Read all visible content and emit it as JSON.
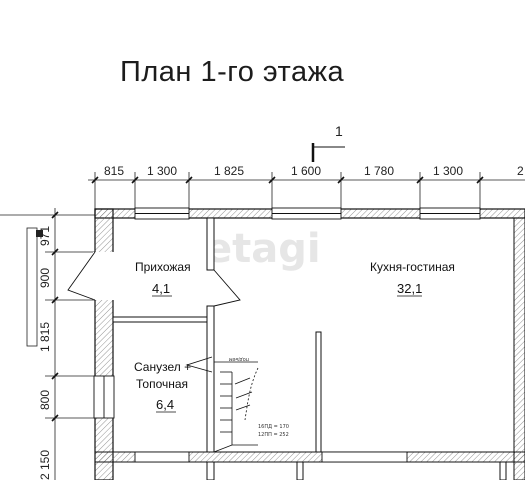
{
  "title": "План 1-го этажа",
  "section_mark": "1",
  "top_dimensions": [
    "815",
    "1 300",
    "1 825",
    "1 600",
    "1 780",
    "1 300",
    "2"
  ],
  "left_dimensions": [
    "971",
    "900",
    "1 815",
    "800",
    "2 150"
  ],
  "rooms": [
    {
      "name": "Прихожая",
      "area": "4,1"
    },
    {
      "name": "Кухня-гостиная",
      "area": "32,1"
    },
    {
      "name": "Санузел +",
      "name2": "Топочная",
      "area": "6,4"
    }
  ],
  "stair_label": "подъем",
  "stair_note_1": "16ПД = 170",
  "stair_note_2": "12ПП = 252",
  "watermark": "etagi"
}
